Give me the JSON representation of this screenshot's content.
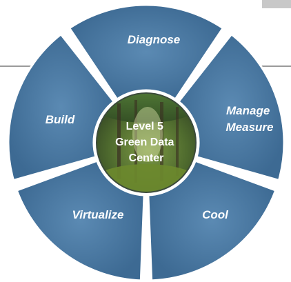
{
  "diagram": {
    "segments": [
      {
        "id": "diagnose",
        "lines": [
          "Diagnose"
        ]
      },
      {
        "id": "manage-measure",
        "lines": [
          "Manage",
          "Measure"
        ]
      },
      {
        "id": "cool",
        "lines": [
          "Cool"
        ]
      },
      {
        "id": "virtualize",
        "lines": [
          "Virtualize"
        ]
      },
      {
        "id": "build",
        "lines": [
          "Build"
        ]
      }
    ],
    "center": {
      "lines": [
        "Level 5",
        "Green Data",
        "Center"
      ]
    },
    "colors": {
      "segment_fill": "#4a7aa6",
      "segment_fill_dark": "#3b6790",
      "segment_stroke": "#ffffff",
      "text": "#ffffff",
      "connector_line": "#999999"
    }
  }
}
